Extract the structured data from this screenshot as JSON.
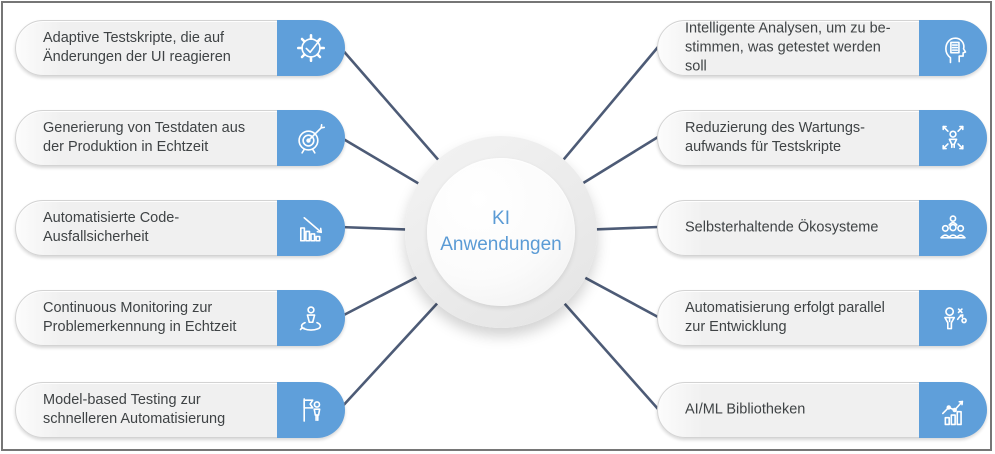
{
  "center": {
    "line1": "KI",
    "line2": "Anwendungen"
  },
  "items": {
    "left": [
      {
        "text": "Adaptive Testskripte, die auf Änderungen der UI reagieren",
        "icon": "gear-check-icon"
      },
      {
        "text": "Generierung von Testdaten aus der Produktion in Echtzeit",
        "icon": "target-dart-icon"
      },
      {
        "text": "Automatisierte Code-Ausfallsicherheit",
        "icon": "declining-bar-chart-icon"
      },
      {
        "text": "Continuous Monitoring zur Problemerkennung in Echtzeit",
        "icon": "person-monitoring-icon"
      },
      {
        "text": "Model-based Testing zur schnelleren Automatisierung",
        "icon": "flag-person-icon"
      }
    ],
    "right": [
      {
        "text": "Intelligente Analysen, um zu be­stimmen, was getestet werden soll",
        "icon": "head-document-icon"
      },
      {
        "text": "Reduzierung des Wartungs­aufwands für Testskripte",
        "icon": "person-expand-arrows-icon"
      },
      {
        "text": "Selbsterhaltende Ökosysteme",
        "icon": "team-group-icon"
      },
      {
        "text": "Automatisierung erfolgt parallel zur Entwicklung",
        "icon": "person-strategy-icon"
      },
      {
        "text": "AI/ML Bibliotheken",
        "icon": "rising-chart-icon"
      }
    ]
  },
  "colors": {
    "accent_blue": "#5f9fda",
    "center_text_blue": "#5b9bd5",
    "connector_slate": "#4d5b76",
    "pill_gray": "#f0f0f0",
    "text_gray": "#3f4345",
    "frame_border": "#767676"
  }
}
